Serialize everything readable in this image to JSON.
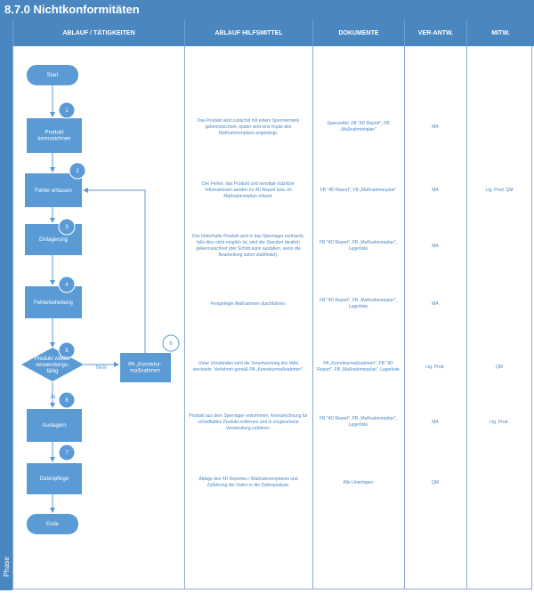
{
  "title": "8.7.0 Nichtkonformitäten",
  "phase_label": "Phase",
  "headers": [
    "ABLAUF / TÄTIGKEITEN",
    "ABLAUF HILFSMITTEL",
    "DOKUMENTE",
    "VER-ANTW.",
    "MITW."
  ],
  "flow": {
    "start": "Start",
    "end": "Ende",
    "steps": [
      {
        "num": "1",
        "label": [
          "Produkt",
          "kennzeichnen"
        ]
      },
      {
        "num": "2",
        "label": [
          "Fehler erfassen"
        ]
      },
      {
        "num": "3",
        "label": [
          "Einlagerung"
        ]
      },
      {
        "num": "4",
        "label": [
          "Fehlerbehebung"
        ]
      },
      {
        "num": "5",
        "label": [
          "Produkt wieder",
          "verwendungs-",
          "fähig"
        ]
      },
      {
        "num": "6",
        "label": [
          "Auslagern"
        ]
      },
      {
        "num": "7",
        "label": [
          "Datenpflege"
        ]
      }
    ],
    "side": {
      "num": "6",
      "label": [
        "PA „Korrektur-",
        "maßnahmen"
      ]
    },
    "no_label": "Nein",
    "yes_label": "Ja"
  },
  "rows": [
    {
      "hilfsmittel": "Das Produkt wird zunächst mit einem Sperrvermerk gekennzeichnet, später wird eine Kopie des Maßnahmenplans angehängt.",
      "dokumente": "Sperrzettel, FB \"4D Report\", FB „Maßnahmenplan\"",
      "verantw": "MA",
      "mitw": ""
    },
    {
      "hilfsmittel": "Der Fehler, das Produkt und sonstige nützliche Informationen werden im 4D Report bzw. im Maßnahmenplan erfasst.",
      "dokumente": "FB \"4D Report\", FB „Maßnahmenplan\"",
      "verantw": "MA",
      "mitw": "Ltg. Prod. QM"
    },
    {
      "hilfsmittel": "Das fehlerhafte Produkt wird in das Sperrlager verbracht, falls dies nicht möglich ist, wird der Standort deutlich gekennzeichnet (der Schritt kann ausfallen, wenn die Bearbeitung sofort stattfindet).",
      "dokumente": "FB \"4D Report\", FB „Maßnahmenplan\", Lagerliste",
      "verantw": "MA",
      "mitw": ""
    },
    {
      "hilfsmittel": "Festgelegte Maßnahmen durchführen.",
      "dokumente": "FB \"4D Report\", FB „Maßnahmenplan\", Lagerliste",
      "verantw": "MA",
      "mitw": ""
    },
    {
      "hilfsmittel": "Unter Umständen wird die Verantwortung des MAs wechseln. Verfahren gemäß PA „Korrekturmaßnahmen\".",
      "dokumente": "PA „Korrekturmaßnahmen\", FB \"4D Report\", FB „Maßnahmenplan\", Lagerliste",
      "verantw": "Ltg. Prod.",
      "mitw": "QM"
    },
    {
      "hilfsmittel": "Produkt aus dem Sperrlager entnehmen, Kennzeichnung für schadhaftes Produkt entfernen und in vorgesehene Verwendung zuführen.",
      "dokumente": "FB \"4D Report\", FB „Maßnahmenplan\", Lagerliste",
      "verantw": "MA",
      "mitw": "Ltg. Prod."
    },
    {
      "hilfsmittel": "Ablage des 4D Reportes / Maßnahmenplanes und Zuführung der Daten in die Datenanalyse.",
      "dokumente": "Alle Unterlagen",
      "verantw": "QM",
      "mitw": ""
    }
  ],
  "colors": {
    "header": "#4a86c0",
    "shape": "#5b9bd5",
    "line": "#8ea9d8"
  }
}
